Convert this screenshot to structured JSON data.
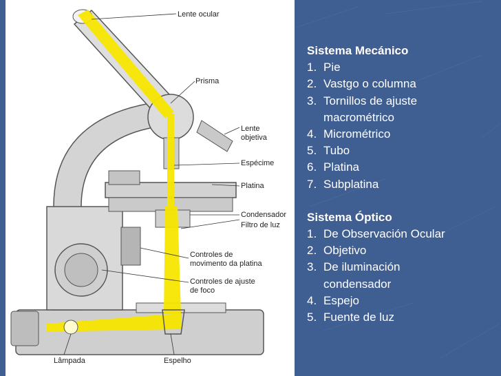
{
  "diagram": {
    "labels": {
      "lente_ocular": "Lente ocular",
      "prisma": "Prisma",
      "lente_objetiva_1": "Lente",
      "lente_objetiva_2": "objetiva",
      "especime": "Espécime",
      "platina": "Platina",
      "condensador": "Condensador",
      "filtro_de_luz": "Filtro de luz",
      "controles_platina_1": "Controles de",
      "controles_platina_2": "movimento da platina",
      "controles_foco_1": "Controles de ajuste",
      "controles_foco_2": "de foco",
      "lampada": "Lâmpada",
      "espelho": "Espelho"
    },
    "colors": {
      "light_beam": "#f7e600",
      "body": "#d6d6d6",
      "outline": "#555555"
    }
  },
  "sistema_mecanico": {
    "title": "Sistema Mecánico",
    "items": [
      {
        "n": "1.",
        "text": "Pie"
      },
      {
        "n": "2.",
        "text": "Vastgo o columna"
      },
      {
        "n": "3.",
        "text": "Tornillos de ajuste",
        "cont": "macrométrico"
      },
      {
        "n": "4.",
        "text": "Micrométrico"
      },
      {
        "n": "5.",
        "text": "Tubo"
      },
      {
        "n": "6.",
        "text": "Platina"
      },
      {
        "n": "7.",
        "text": "Subplatina"
      }
    ]
  },
  "sistema_optico": {
    "title": "Sistema Óptico",
    "items": [
      {
        "n": "1.",
        "text": "De Observación Ocular"
      },
      {
        "n": "2.",
        "text": "Objetivo"
      },
      {
        "n": "3.",
        "text": "De iluminación",
        "cont": "condensador"
      },
      {
        "n": "4.",
        "text": "Espejo"
      },
      {
        "n": "5.",
        "text": "Fuente de luz"
      }
    ]
  },
  "theme": {
    "background": "#3f5e92",
    "text": "#ffffff"
  }
}
